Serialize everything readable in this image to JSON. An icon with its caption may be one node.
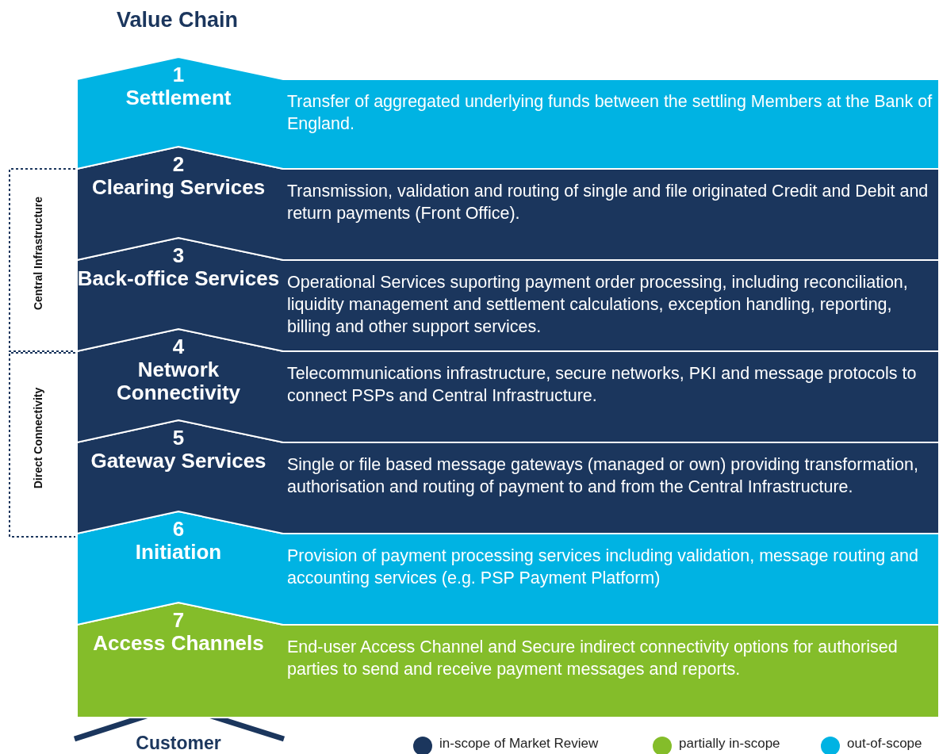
{
  "diagram": {
    "title": "Value Chain",
    "nodes": [
      {
        "text": [
          "1",
          "Settlement",
          "Transfer of aggregated underlying funds between the settling Members at the Bank of England."
        ]
      },
      {
        "text": [
          "2",
          "Clearing Services",
          "Transmission, validation and routing of single and file originated Credit and Debit and return payments (Front Office)."
        ]
      },
      {
        "text": [
          "3",
          "Back-office Services",
          "Operational Services suporting payment order processing, including reconciliation, liquidity management and settlement calculations, exception handling, reporting, billing and other support services."
        ]
      },
      {
        "text": [
          "4",
          "Network Connectivity",
          "Telecommunications infrastructure, secure networks, PKI and message protocols to connect PSPs and Central Infrastructure."
        ]
      },
      {
        "text": [
          "5",
          "Gateway Services",
          "Single or file based message gateways (managed or own) providing transformation, authorisation and routing of payment to and from the Central Infrastructure."
        ]
      },
      {
        "text": [
          "6",
          "Initiation",
          "Provision of payment processing services including validation, message routing and accounting services (e.g. PSP Payment Platform)"
        ]
      },
      {
        "text": [
          "7",
          "Access Channels",
          "End-user Access Channel and Secure indirect connectivity options for authorised parties to send and receive payment messages and reports."
        ]
      }
    ],
    "labels": [
      "Central Infrastructure",
      "Direct Connectivity",
      "Customer"
    ],
    "legend": [
      {
        "text": "in-scope of Market Review",
        "color": "#1b365d"
      },
      {
        "text": "partially in-scope",
        "color": "#84bd2a"
      },
      {
        "text": "out-of-scope",
        "color": "#00b3e3"
      }
    ]
  }
}
